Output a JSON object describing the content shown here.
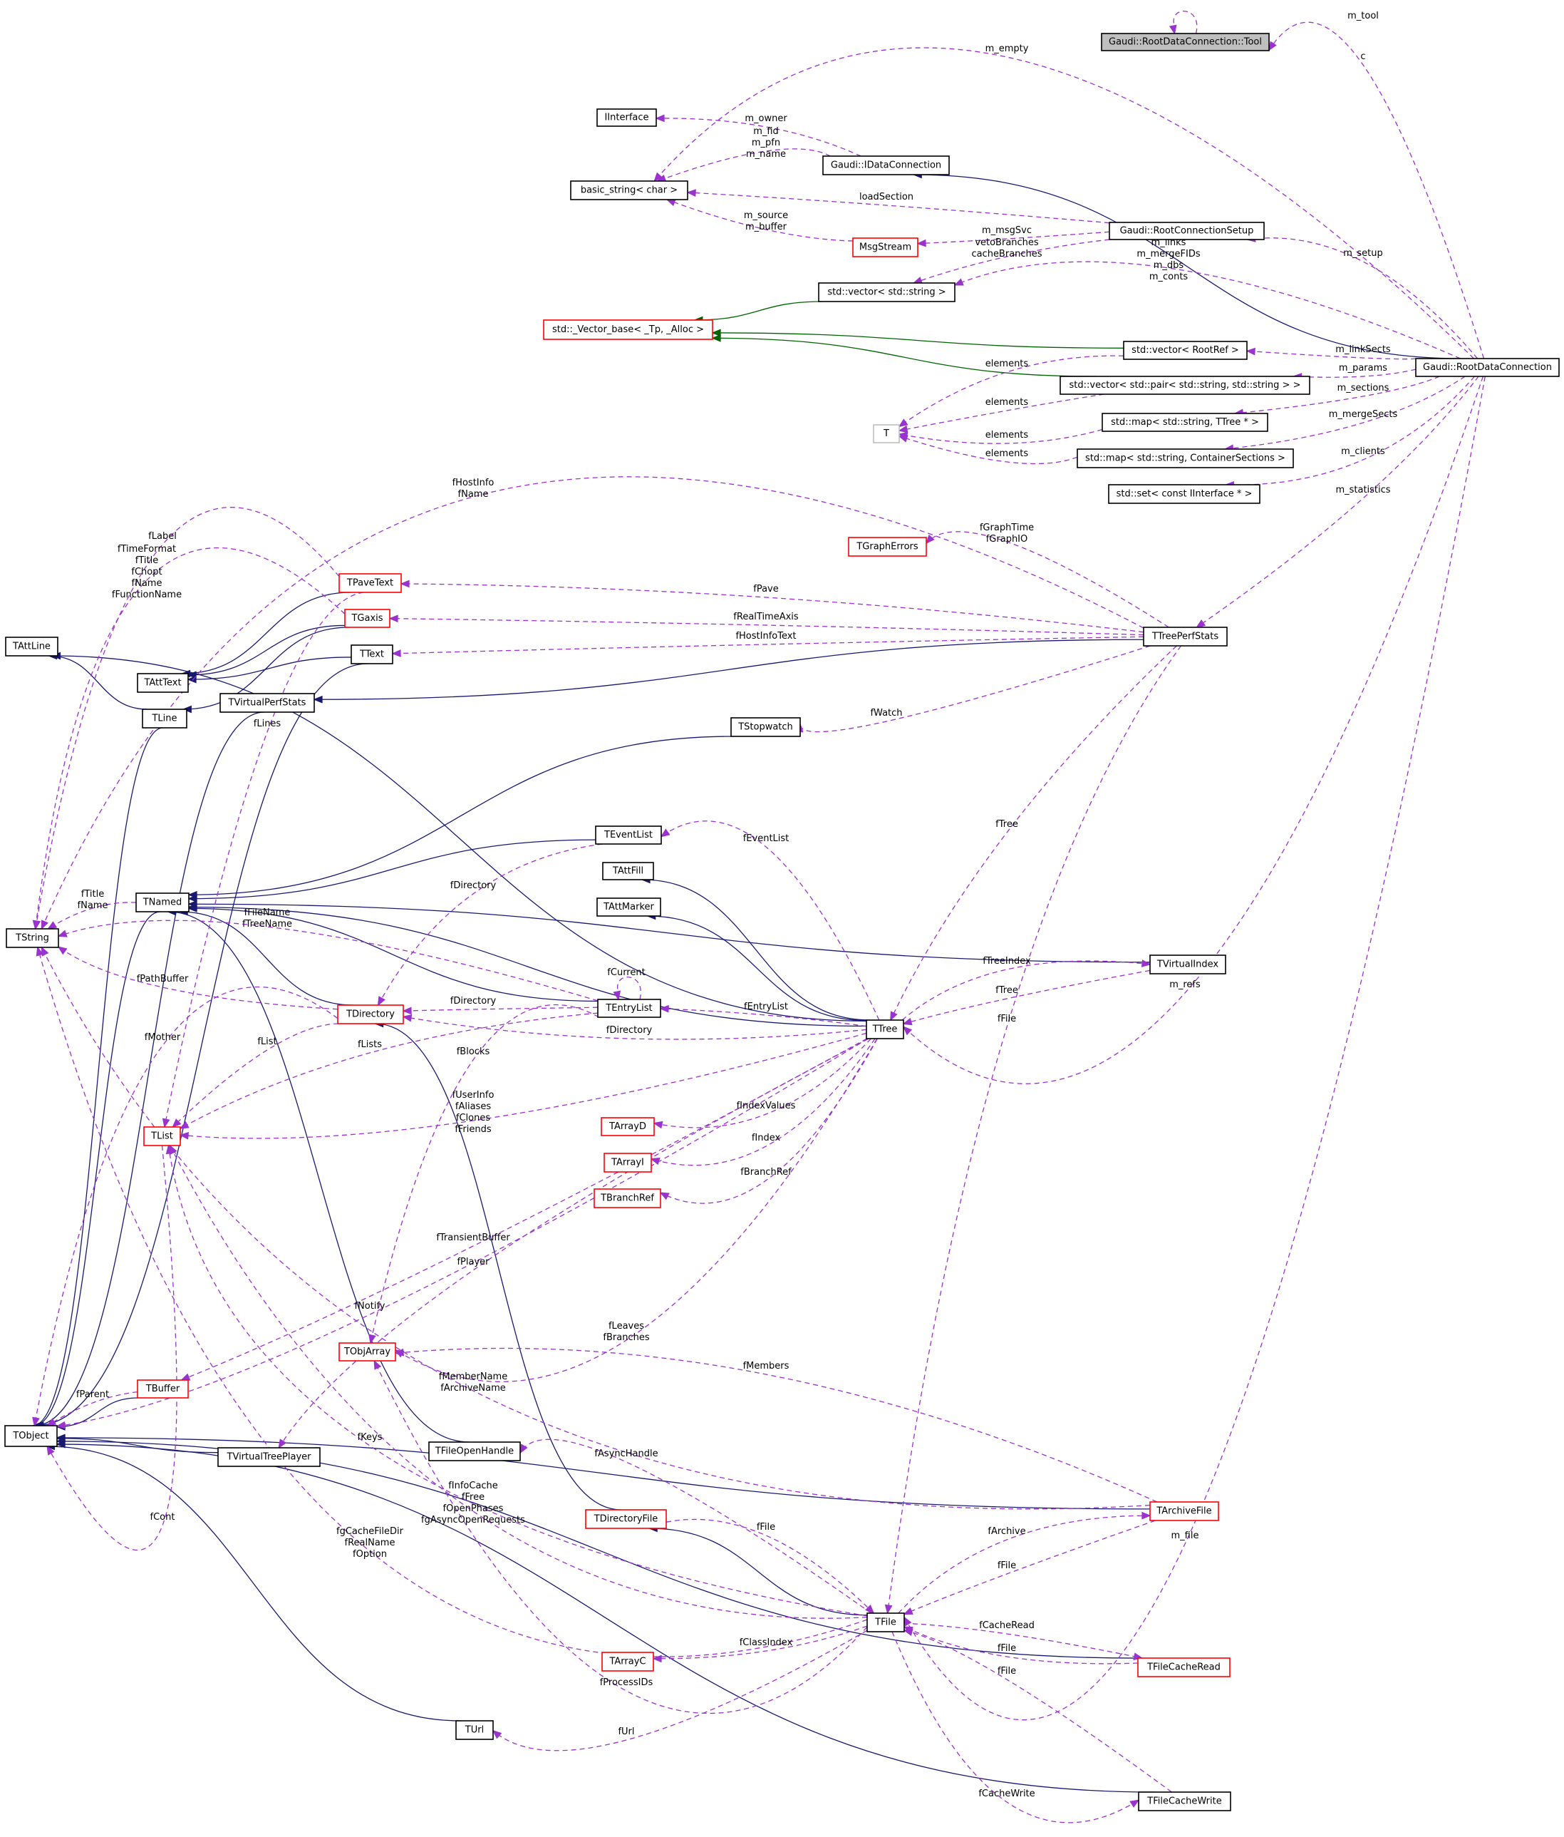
{
  "colors": {
    "node_border_default": "#000000",
    "node_border_incomplete": "#ff0000",
    "node_border_hidden": "#bfbfbf",
    "root_fill": "#bfbfbf",
    "inheritance_public": "#191970",
    "inheritance_template": "#006400",
    "usage": "#9a32cd",
    "usage_arrow": "#9a32cd"
  },
  "nodes": [
    {
      "id": "tool",
      "label": "Gaudi::RootDataConnection::Tool",
      "style": "root"
    },
    {
      "id": "iinterface",
      "label": "IInterface",
      "style": "normal"
    },
    {
      "id": "basic_string",
      "label": "basic_string< char >",
      "style": "normal"
    },
    {
      "id": "gidc",
      "label": "Gaudi::IDataConnection",
      "style": "normal"
    },
    {
      "id": "rcs",
      "label": "Gaudi::RootConnectionSetup",
      "style": "normal"
    },
    {
      "id": "msgstream",
      "label": "MsgStream",
      "style": "red"
    },
    {
      "id": "vec_string",
      "label": "std::vector< std::string >",
      "style": "normal"
    },
    {
      "id": "vector_base",
      "label": "std::_Vector_base< _Tp, _Alloc >",
      "style": "red"
    },
    {
      "id": "vec_rootref",
      "label": "std::vector< RootRef >",
      "style": "normal"
    },
    {
      "id": "rdc",
      "label": "Gaudi::RootDataConnection",
      "style": "normal"
    },
    {
      "id": "vec_pair",
      "label": "std::vector< std::pair< std::string, std::string > >",
      "style": "normal"
    },
    {
      "id": "T",
      "label": "T",
      "style": "gray"
    },
    {
      "id": "map_ttree",
      "label": "std::map< std::string, TTree * >",
      "style": "normal"
    },
    {
      "id": "map_cont",
      "label": "std::map< std::string, ContainerSections >",
      "style": "normal"
    },
    {
      "id": "set_iif",
      "label": "std::set< const IInterface * >",
      "style": "normal"
    },
    {
      "id": "tgrapherrors",
      "label": "TGraphErrors",
      "style": "red"
    },
    {
      "id": "tpavetext",
      "label": "TPaveText",
      "style": "red"
    },
    {
      "id": "tgaxis",
      "label": "TGaxis",
      "style": "red"
    },
    {
      "id": "ttext",
      "label": "TText",
      "style": "normal"
    },
    {
      "id": "tattline",
      "label": "TAttLine",
      "style": "normal"
    },
    {
      "id": "tatttext",
      "label": "TAttText",
      "style": "normal"
    },
    {
      "id": "tline",
      "label": "TLine",
      "style": "normal"
    },
    {
      "id": "tvirtualperfstats",
      "label": "TVirtualPerfStats",
      "style": "normal"
    },
    {
      "id": "ttreeperfstats",
      "label": "TTreePerfStats",
      "style": "normal"
    },
    {
      "id": "tstopwatch",
      "label": "TStopwatch",
      "style": "normal"
    },
    {
      "id": "teventlist",
      "label": "TEventList",
      "style": "normal"
    },
    {
      "id": "tattfill",
      "label": "TAttFill",
      "style": "normal"
    },
    {
      "id": "tattmarker",
      "label": "TAttMarker",
      "style": "normal"
    },
    {
      "id": "tnamed",
      "label": "TNamed",
      "style": "normal"
    },
    {
      "id": "tstring",
      "label": "TString",
      "style": "normal"
    },
    {
      "id": "tvirtualindex",
      "label": "TVirtualIndex",
      "style": "normal"
    },
    {
      "id": "tdirectory",
      "label": "TDirectory",
      "style": "red"
    },
    {
      "id": "tentrylist",
      "label": "TEntryList",
      "style": "normal"
    },
    {
      "id": "ttree",
      "label": "TTree",
      "style": "normal"
    },
    {
      "id": "tlist",
      "label": "TList",
      "style": "red"
    },
    {
      "id": "tarrayd",
      "label": "TArrayD",
      "style": "red"
    },
    {
      "id": "tarrayi",
      "label": "TArrayI",
      "style": "red"
    },
    {
      "id": "tbranchref",
      "label": "TBranchRef",
      "style": "red"
    },
    {
      "id": "tobjarray",
      "label": "TObjArray",
      "style": "red"
    },
    {
      "id": "tbuffer",
      "label": "TBuffer",
      "style": "red"
    },
    {
      "id": "tobject",
      "label": "TObject",
      "style": "normal"
    },
    {
      "id": "tvirtualtreeplayer",
      "label": "TVirtualTreePlayer",
      "style": "normal"
    },
    {
      "id": "tfileopenhandle",
      "label": "TFileOpenHandle",
      "style": "normal"
    },
    {
      "id": "tarchivefile",
      "label": "TArchiveFile",
      "style": "red"
    },
    {
      "id": "tdirectoryfile",
      "label": "TDirectoryFile",
      "style": "red"
    },
    {
      "id": "tfile",
      "label": "TFile",
      "style": "normal"
    },
    {
      "id": "tfilecacheread",
      "label": "TFileCacheRead",
      "style": "red"
    },
    {
      "id": "tarrayc",
      "label": "TArrayC",
      "style": "red"
    },
    {
      "id": "turl",
      "label": "TUrl",
      "style": "normal"
    },
    {
      "id": "tfilecachewrite",
      "label": "TFileCacheWrite",
      "style": "normal"
    }
  ],
  "edge_labels": {
    "m_tool": [
      "m_tool"
    ],
    "c": [
      "c"
    ],
    "m_empty": [
      "m_empty"
    ],
    "m_owner": [
      "m_owner"
    ],
    "m_fid": [
      "m_fid",
      "m_pfn",
      "m_name"
    ],
    "loadSection": [
      "loadSection"
    ],
    "m_source": [
      "m_source",
      "m_buffer"
    ],
    "m_msgSvc": [
      "m_msgSvc"
    ],
    "vetoBranches": [
      "vetoBranches",
      "cacheBranches"
    ],
    "m_setup": [
      "m_setup"
    ],
    "m_links": [
      "m_links",
      "m_mergeFIDs",
      "m_dbs",
      "m_conts"
    ],
    "m_linkSects": [
      "m_linkSects"
    ],
    "m_params": [
      "m_params"
    ],
    "m_sections": [
      "m_sections"
    ],
    "m_mergeSects": [
      "m_mergeSects"
    ],
    "m_clients": [
      "m_clients"
    ],
    "m_statistics": [
      "m_statistics"
    ],
    "elements1": [
      "elements"
    ],
    "elements2": [
      "elements"
    ],
    "elements3": [
      "elements"
    ],
    "elements4": [
      "elements"
    ],
    "fHostInfo": [
      "fHostInfo",
      "fName"
    ],
    "fLabel": [
      "fLabel"
    ],
    "fTimeFormat": [
      "fTimeFormat",
      "fTitle",
      "fChopt",
      "fName",
      "fFunctionName"
    ],
    "fGraphTime": [
      "fGraphTime",
      "fGraphIO"
    ],
    "fPave": [
      "fPave"
    ],
    "fRealTimeAxis": [
      "fRealTimeAxis"
    ],
    "fHostInfoText": [
      "fHostInfoText"
    ],
    "fWatch": [
      "fWatch"
    ],
    "fLines": [
      "fLines"
    ],
    "fTree1": [
      "fTree"
    ],
    "fEventList": [
      "fEventList"
    ],
    "fDirectory1": [
      "fDirectory"
    ],
    "fTitle": [
      "fTitle",
      "fName"
    ],
    "fFileName": [
      "fFileName",
      "fTreeName"
    ],
    "fTreeIndex": [
      "fTreeIndex"
    ],
    "m_refs": [
      "m_refs"
    ],
    "fTree2": [
      "fTree"
    ],
    "fCurrent": [
      "fCurrent"
    ],
    "fPathBuffer": [
      "fPathBuffer"
    ],
    "fDirectory2": [
      "fDirectory"
    ],
    "fEntryList": [
      "fEntryList"
    ],
    "fFile1": [
      "fFile"
    ],
    "fDirectory3": [
      "fDirectory"
    ],
    "fMother": [
      "fMother"
    ],
    "fList": [
      "fList"
    ],
    "fLists": [
      "fLists"
    ],
    "fBlocks": [
      "fBlocks"
    ],
    "fIndexValues": [
      "fIndexValues"
    ],
    "fUserInfo": [
      "fUserInfo",
      "fAliases",
      "fClones",
      "fFriends"
    ],
    "fIndex": [
      "fIndex"
    ],
    "fBranchRef": [
      "fBranchRef"
    ],
    "fTransientBuffer": [
      "fTransientBuffer"
    ],
    "fPlayer": [
      "fPlayer"
    ],
    "fNotify": [
      "fNotify"
    ],
    "fLeaves": [
      "fLeaves",
      "fBranches"
    ],
    "fMembers": [
      "fMembers"
    ],
    "fMemberName": [
      "fMemberName",
      "fArchiveName"
    ],
    "fParent": [
      "fParent"
    ],
    "fKeys": [
      "fKeys"
    ],
    "fAsyncHandle": [
      "fAsyncHandle"
    ],
    "fInfoCache": [
      "fInfoCache",
      "fFree",
      "fOpenPhases",
      "fgAsyncOpenRequests"
    ],
    "fFile2": [
      "fFile"
    ],
    "fArchive": [
      "fArchive"
    ],
    "m_file": [
      "m_file"
    ],
    "fCont": [
      "fCont"
    ],
    "fgCacheFileDir": [
      "fgCacheFileDir",
      "fRealName",
      "fOption"
    ],
    "fFile3": [
      "fFile"
    ],
    "fCacheRead": [
      "fCacheRead"
    ],
    "fFile4": [
      "fFile"
    ],
    "fFile5": [
      "fFile"
    ],
    "fClassIndex": [
      "fClassIndex"
    ],
    "fProcessIDs": [
      "fProcessIDs"
    ],
    "fUrl": [
      "fUrl"
    ],
    "fCacheWrite": [
      "fCacheWrite"
    ]
  }
}
